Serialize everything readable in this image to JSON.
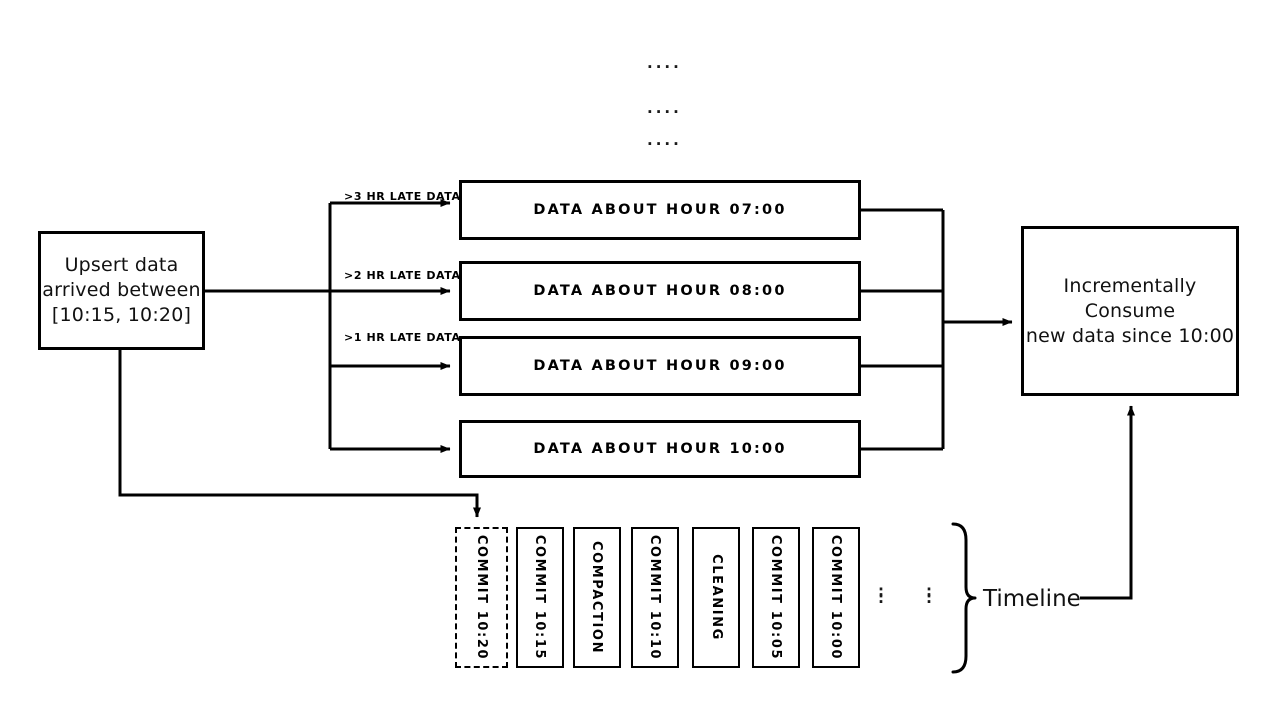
{
  "diagram": {
    "title": "Incremental upsert and timeline diagram",
    "colors": {
      "stroke": "#000000",
      "background": "#ffffff",
      "text": "#111111"
    }
  },
  "source_box": {
    "text": "Upsert data\narrived between\n[10:15, 10:20]"
  },
  "top_ellipsis": {
    "rows": [
      "....",
      "....",
      "...."
    ]
  },
  "edge_labels": [
    {
      "text": ">3 HR LATE DATA"
    },
    {
      "text": ">2 HR LATE DATA"
    },
    {
      "text": ">1 HR LATE DATA"
    }
  ],
  "hour_boxes": [
    {
      "label": "DATA ABOUT HOUR 07:00"
    },
    {
      "label": "DATA ABOUT HOUR 08:00"
    },
    {
      "label": "DATA ABOUT HOUR 09:00"
    },
    {
      "label": "DATA ABOUT HOUR 10:00"
    }
  ],
  "consumer_box": {
    "text": "Incrementally Consume\nnew data since 10:00"
  },
  "timeline": {
    "label": "Timeline",
    "ellipsis": ":\n:",
    "commits": [
      {
        "label": "COMMIT 10:20",
        "style": "dashed"
      },
      {
        "label": "COMMIT 10:15",
        "style": "solid"
      },
      {
        "label": "COMPACTION",
        "style": "solid"
      },
      {
        "label": "COMMIT 10:10",
        "style": "solid"
      },
      {
        "label": "CLEANING",
        "style": "solid"
      },
      {
        "label": "COMMIT 10:05",
        "style": "solid"
      },
      {
        "label": "COMMIT 10:00",
        "style": "solid"
      }
    ]
  }
}
